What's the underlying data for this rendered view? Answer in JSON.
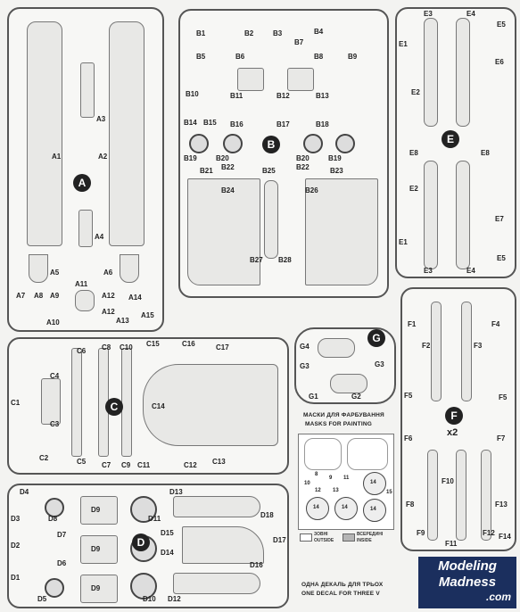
{
  "sprues": {
    "A": {
      "letter": "A",
      "labels": [
        "A1",
        "A2",
        "A3",
        "A4",
        "A5",
        "A6",
        "A7",
        "A8",
        "A9",
        "A10",
        "A11",
        "A12",
        "A12",
        "A13",
        "A14",
        "A15"
      ]
    },
    "B": {
      "letter": "B",
      "labels": [
        "B1",
        "B2",
        "B3",
        "B4",
        "B5",
        "B6",
        "B7",
        "B8",
        "B9",
        "B10",
        "B11",
        "B12",
        "B13",
        "B14",
        "B15",
        "B16",
        "B17",
        "B18",
        "B19",
        "B20",
        "B20",
        "B19",
        "B21",
        "B22",
        "B25",
        "B22",
        "B23",
        "B24",
        "B26",
        "B27",
        "B28"
      ]
    },
    "E": {
      "letter": "E",
      "labels": [
        "E3",
        "E4",
        "E1",
        "E5",
        "E6",
        "E2",
        "E7",
        "E8",
        "E8",
        "E2",
        "E1",
        "E3",
        "E4",
        "E5"
      ]
    },
    "G": {
      "letter": "G",
      "labels": [
        "G4",
        "G3",
        "G3",
        "G1",
        "G2"
      ]
    },
    "F": {
      "letter": "F",
      "count": "x2",
      "labels": [
        "F1",
        "F2",
        "F3",
        "F4",
        "F5",
        "F5",
        "F6",
        "F7",
        "F10",
        "F8",
        "F13",
        "F9",
        "F11",
        "F12",
        "F14"
      ]
    },
    "C": {
      "letter": "C",
      "labels": [
        "C6",
        "C8",
        "C10",
        "C15",
        "C16",
        "C17",
        "C1",
        "C4",
        "C3",
        "C14",
        "C2",
        "C5",
        "C7",
        "C9",
        "C11",
        "C12",
        "C13"
      ]
    },
    "D": {
      "letter": "D",
      "labels": [
        "D4",
        "D8",
        "D3",
        "D9",
        "D11",
        "D13",
        "D18",
        "D2",
        "D7",
        "D9",
        "D15",
        "D14",
        "D17",
        "D1",
        "D6",
        "D16",
        "D5",
        "D9",
        "D10",
        "D12"
      ]
    }
  },
  "masks": {
    "title_ua": "МАСКИ ДЛЯ ФАРБУВАННЯ",
    "title_en": "MASKS FOR PAINTING",
    "numbers": [
      "8",
      "9",
      "11",
      "12",
      "13",
      "10",
      "14",
      "14",
      "14",
      "14",
      "15"
    ],
    "legend_outside_ua": "ЗОВНІ",
    "legend_outside_en": "OUTSIDE",
    "legend_inside_ua": "ВСЕРЕДИНІ",
    "legend_inside_en": "INSIDE"
  },
  "decal_note": {
    "ua": "ОДНА ДЕКАЛЬ ДЛЯ ТРЬОХ",
    "en": "ONE DECAL FOR THREE V"
  },
  "watermark": {
    "line1": "Modeling",
    "line2": "Madness",
    "line3": ".com"
  }
}
